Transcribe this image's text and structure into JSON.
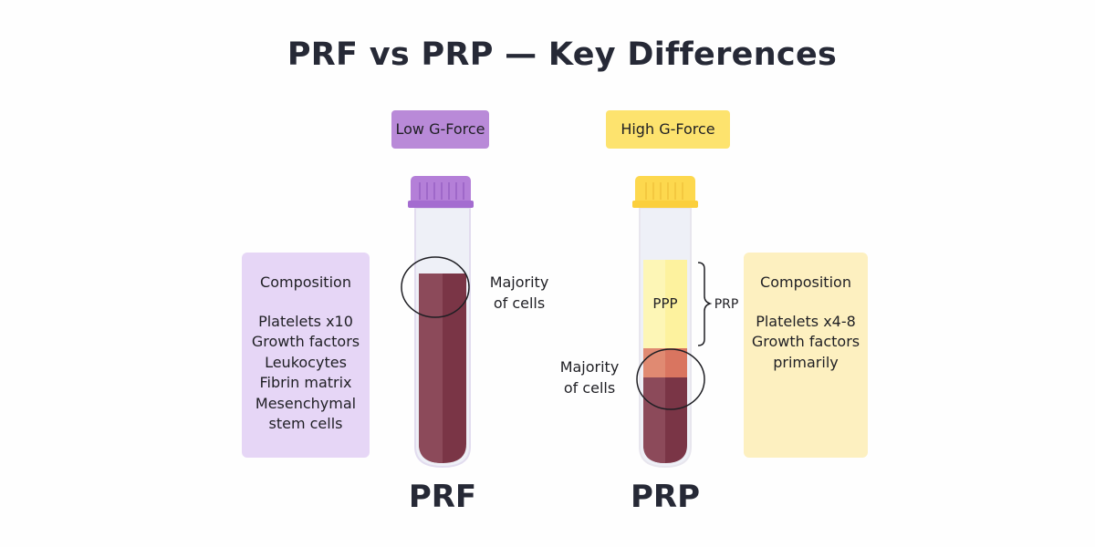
{
  "title": "PRF vs PRP — Key Differences",
  "prf": {
    "gforce_label": "Low G-Force",
    "gforce_color": "#b98ad8",
    "cap_color": "#b47fd8",
    "name": "PRF",
    "annotation": [
      "Majority",
      "of cells"
    ],
    "composition": {
      "heading": "Composition",
      "items": [
        "Platelets x10",
        "Growth factors",
        "Leukocytes",
        "Fibrin matrix",
        "Mesenchymal",
        "stem cells"
      ],
      "background": "#e6d6f6"
    },
    "layers": [
      {
        "name": "red-cell-fibrin",
        "color": "#7a3546"
      }
    ]
  },
  "prp": {
    "gforce_label": "High G-Force",
    "gforce_color": "#fde36e",
    "cap_color": "#fdd84e",
    "name": "PRP",
    "annotation": [
      "Majority",
      "of cells"
    ],
    "bracket_label": "PRP",
    "plasma_label": "PPP",
    "composition": {
      "heading": "Composition",
      "items": [
        "Platelets x4-8",
        "Growth factors",
        "primarily"
      ],
      "background": "#fdf0c0"
    },
    "layers": [
      {
        "name": "plasma",
        "color": "#fdf29e"
      },
      {
        "name": "buffy-coat",
        "color": "#d97560"
      },
      {
        "name": "red-cells",
        "color": "#7a3546"
      }
    ]
  }
}
